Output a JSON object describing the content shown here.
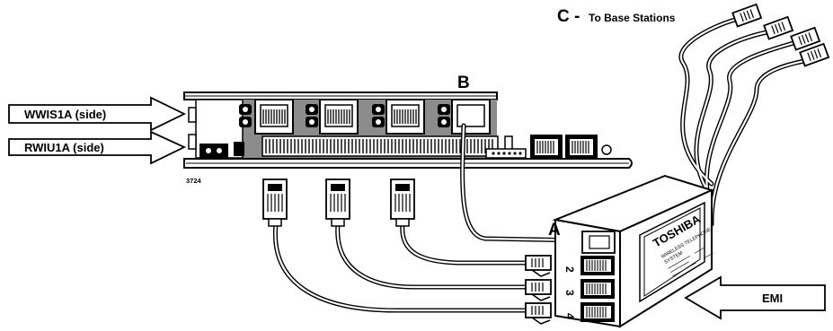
{
  "labels": {
    "wwis": "WWIS1A (side)",
    "rwiu": "RWIU1A (side)",
    "emi": "EMI",
    "figure_number": "3724",
    "point_a": "A",
    "point_b": "B",
    "point_c": "C -",
    "point_c_text": "To Base Stations"
  },
  "box": {
    "brand": "TOSHIBA",
    "product_line1": "WIRELESS TELEPHONE",
    "product_line2": "SYSTEM",
    "port_numbers": [
      "2",
      "3",
      "4"
    ]
  },
  "colors": {
    "ink": "#000000",
    "board_gray": "#8c8c8c",
    "paper": "#ffffff"
  }
}
